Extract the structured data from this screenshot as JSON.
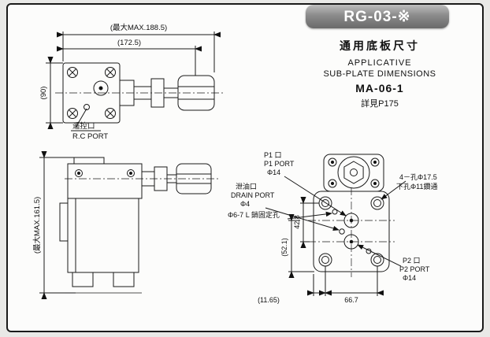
{
  "page": {
    "badge": "RG-03-※",
    "accent_dark": "#1a1a1a",
    "badge_gray": "#8b8b8b"
  },
  "header": {
    "title_cn": "通用底板尺寸",
    "line1": "APPLICATIVE",
    "line2": "SUB-PLATE DIMENSIONS",
    "model": "MA-06-1",
    "ref": "詳見P175"
  },
  "top_view": {
    "dim_overall": "(最大MAX.188.5)",
    "dim_length": "(172.5)",
    "dim_height": "(90)",
    "rc_port_cn": "遥控口",
    "rc_port_en": "R.C PORT"
  },
  "side_view": {
    "dim_height": "(最大MAX.161.5)"
  },
  "plate_view": {
    "p1_cn": "P1 口",
    "p1_en": "P1 PORT",
    "p1_dia": "Φ14",
    "drain_cn": "泄油口",
    "drain_en": "DRAIN PORT",
    "drain_dia": "Φ4",
    "pin_label": "Φ6-7 L 銷固定孔",
    "bolt_label1": "4－孔Φ17.5",
    "bolt_label2": "下孔Φ11鑽通",
    "p2_cn": "P2 口",
    "p2_en": "P2 PORT",
    "p2_dia": "Φ14",
    "dim_v1": "42.8",
    "dim_v2": "(52.1)",
    "dim_h1": "66.7",
    "dim_h2": "(11.65)"
  }
}
